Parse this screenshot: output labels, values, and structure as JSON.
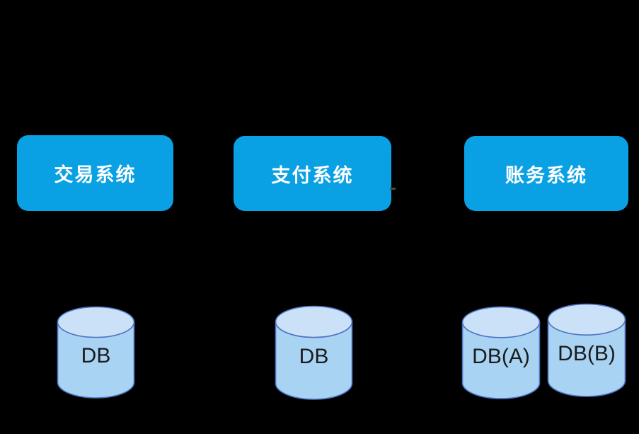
{
  "diagram": {
    "background": "#000000",
    "systems": [
      {
        "id": "trading",
        "label": "交易系统"
      },
      {
        "id": "payment",
        "label": "支付系统"
      },
      {
        "id": "accounting",
        "label": "账务系统"
      }
    ],
    "databases": [
      {
        "id": "trading-db",
        "label": "DB"
      },
      {
        "id": "payment-db",
        "label": "DB"
      },
      {
        "id": "accounting-db-a",
        "label": "DB(A)"
      },
      {
        "id": "accounting-db-b",
        "label": "DB(B)"
      }
    ],
    "colors": {
      "background": "#000000",
      "system_box_fill": "#09A1E4",
      "system_box_text": "#FFFFFF",
      "cylinder_body_fill": "#A9D3F3",
      "cylinder_top_fill": "#CBE1F8",
      "cylinder_border": "#4E73C2",
      "db_label_text": "#1B1B1B",
      "artifact_dash": "#4A4A4A"
    }
  }
}
